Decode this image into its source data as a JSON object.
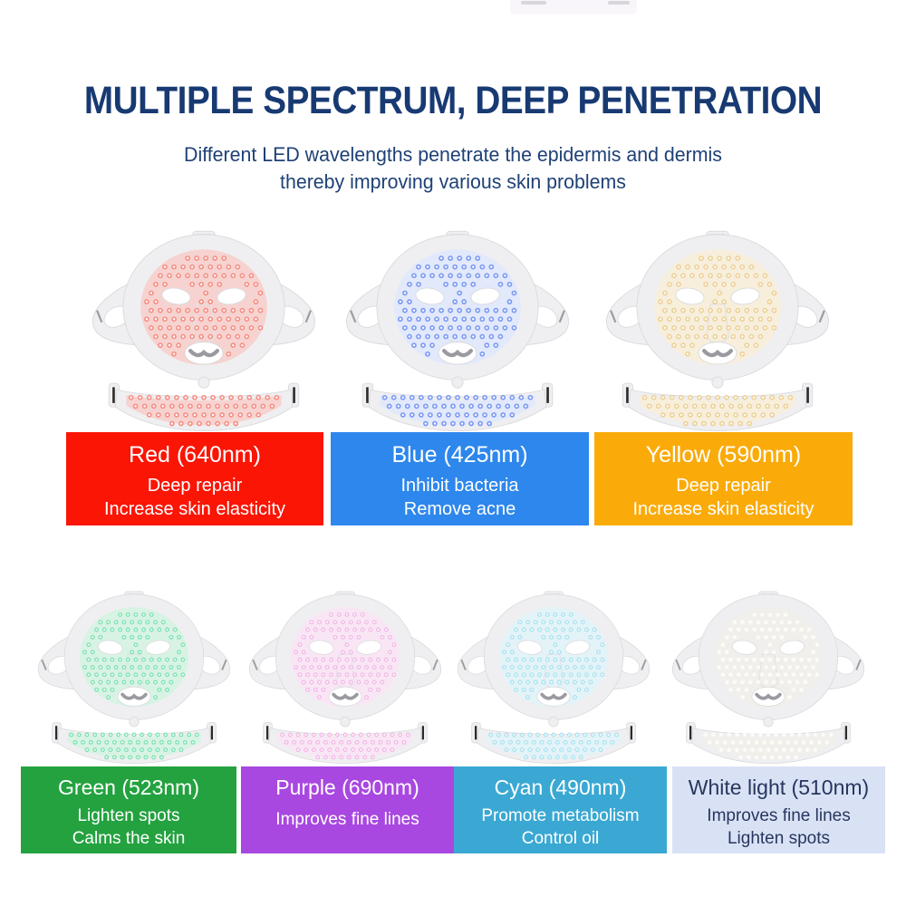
{
  "header": {
    "title": "MULTIPLE SPECTRUM, DEEP PENETRATION",
    "subtitle_line1": "Different LED wavelengths penetrate the epidermis and dermis",
    "subtitle_line2": "thereby improving various skin problems",
    "title_color": "#183a72",
    "subtitle_color": "#1e4176"
  },
  "masks": [
    {
      "name": "red",
      "label": "Red (640nm)",
      "benefits": [
        "Deep repair",
        "Increase skin elasticity"
      ],
      "box_color": "#fb1505",
      "box_text_color": "#ffffff",
      "led_tint": "#f6d3d0",
      "led_dot": "#f59288"
    },
    {
      "name": "blue",
      "label": "Blue (425nm)",
      "benefits": [
        "Inhibit bacteria",
        "Remove acne"
      ],
      "box_color": "#2e87ec",
      "box_text_color": "#ffffff",
      "led_tint": "#e2e9fb",
      "led_dot": "#7e9cf3"
    },
    {
      "name": "yellow",
      "label": "Yellow (590nm)",
      "benefits": [
        "Deep repair",
        "Increase skin elasticity"
      ],
      "box_color": "#faab09",
      "box_text_color": "#ffffff",
      "led_tint": "#f7efdc",
      "led_dot": "#eed29a"
    },
    {
      "name": "green",
      "label": "Green (523nm)",
      "benefits": [
        "Lighten spots",
        "Calms the skin"
      ],
      "box_color": "#23a23f",
      "box_text_color": "#ffffff",
      "led_tint": "#d8f3e4",
      "led_dot": "#84e4b6"
    },
    {
      "name": "purple",
      "label": "Purple (690nm)",
      "benefits": [
        "Improves fine lines"
      ],
      "box_color": "#a948e0",
      "box_text_color": "#ffffff",
      "led_tint": "#f9e6f5",
      "led_dot": "#f3bce8"
    },
    {
      "name": "cyan",
      "label": "Cyan (490nm)",
      "benefits": [
        "Promote metabolism",
        "Control oil"
      ],
      "box_color": "#3aa8d3",
      "box_text_color": "#ffffff",
      "led_tint": "#e3f3f8",
      "led_dot": "#aee4f1"
    },
    {
      "name": "white",
      "label": "White light (510nm)",
      "benefits": [
        "Improves fine lines",
        "Lighten spots"
      ],
      "box_color": "#d9e2f5",
      "box_text_color": "#27365e",
      "led_tint": "#f1efeb",
      "led_dot": "#faf8f2"
    }
  ]
}
